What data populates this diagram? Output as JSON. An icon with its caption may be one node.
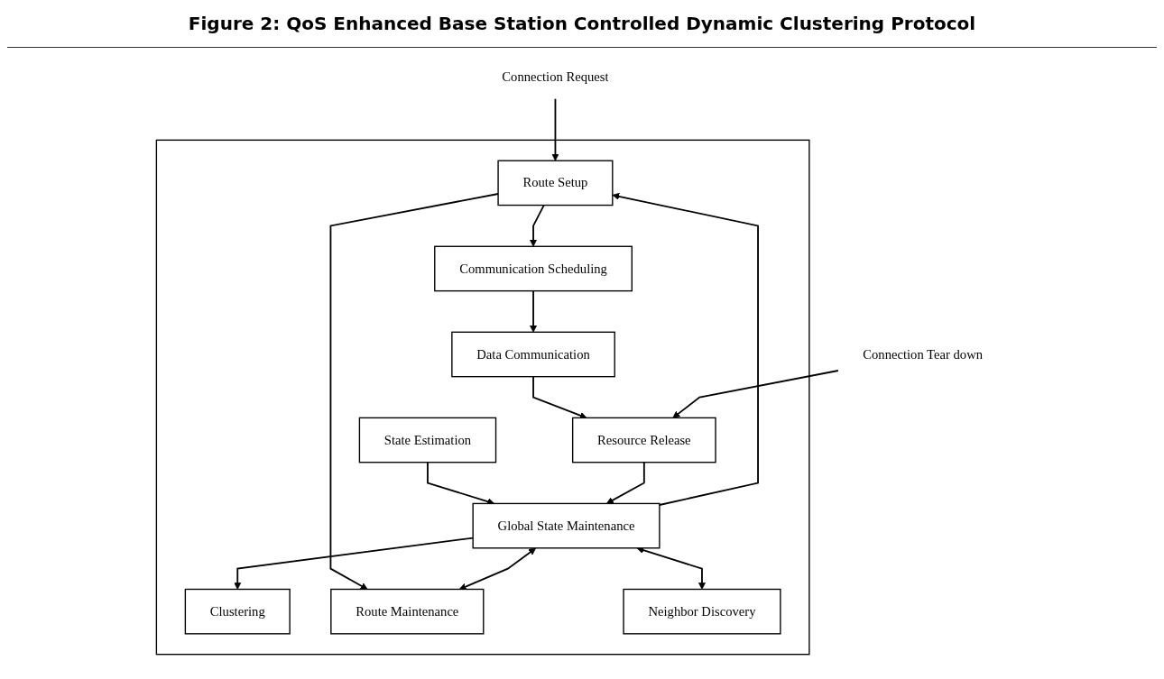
{
  "diagram": {
    "title": "Figure 2: QoS Enhanced Base Station Controlled Dynamic Clustering Protocol",
    "nodes": [
      {
        "text": [],
        "shape": "box"
      },
      {
        "text": [
          "Connection Request"
        ]
      },
      {
        "text": [
          "Clustering"
        ],
        "in": 0
      },
      {
        "text": [
          "Route Setup"
        ],
        "in": 0
      },
      {
        "text": [
          "Communication Scheduling"
        ],
        "in": 0
      },
      {
        "text": [
          "Global State Maintenance"
        ],
        "in": 0
      },
      {
        "text": [
          "Route Maintenance"
        ],
        "in": 0
      },
      {
        "text": [
          "Data Communication"
        ],
        "in": 0
      },
      {
        "text": [
          "State Estimation"
        ],
        "in": 0
      },
      {
        "text": [
          "Neighbor Discovery"
        ],
        "in": 0
      },
      {
        "text": [
          "Resource Release"
        ],
        "in": 0
      },
      {
        "text": [
          "Connection Tear down"
        ]
      }
    ],
    "edges": [
      {
        "from": 1,
        "to": 3,
        "arrow": "to"
      },
      {
        "from": 3,
        "to": 4,
        "arrow": "to"
      },
      {
        "from": 3,
        "to": 6,
        "arrow": "to"
      },
      {
        "from": 5,
        "to": 2,
        "arrow": "to"
      },
      {
        "from": 5,
        "to": 3,
        "arrow": "to"
      },
      {
        "from": 5,
        "to": 6,
        "arrow": "both"
      },
      {
        "from": 4,
        "to": 7,
        "arrow": "to"
      },
      {
        "from": 7,
        "to": 10,
        "arrow": "to"
      },
      {
        "from": 8,
        "to": 5,
        "arrow": "to"
      },
      {
        "from": 5,
        "to": 9,
        "arrow": "both"
      },
      {
        "from": 10,
        "to": 5,
        "arrow": "to"
      },
      {
        "from": 11,
        "to": 10,
        "arrow": "to"
      }
    ]
  }
}
